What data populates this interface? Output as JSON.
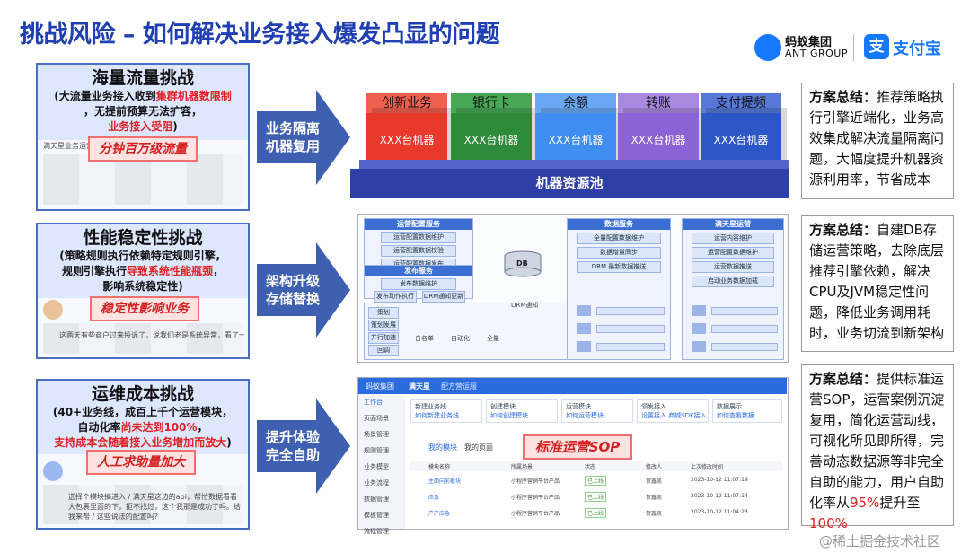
{
  "title": "挑战风险 – 如何解决业务接入爆发凸显的问题",
  "logos": {
    "ant_cn": "蚂蚁集团",
    "ant_en": "ANT GROUP",
    "alipay_mark": "支",
    "alipay": "支付宝"
  },
  "challenges": [
    {
      "title": "海量流量挑战",
      "lines": [
        {
          "pre": "(大流量业务接入收到",
          "red": "集群机器数限制",
          "post": ""
        },
        {
          "pre": "，无提前预算无法扩容，",
          "red": "",
          "post": ""
        },
        {
          "pre": "",
          "red": "业务接入受阻",
          "post": ")"
        }
      ],
      "stamp": "分钟百万级流量",
      "snippet": "满天星业务运营"
    },
    {
      "title": "性能稳定性挑战",
      "lines": [
        {
          "pre": "(策略规则执行依赖特定规则引擎，",
          "red": "",
          "post": ""
        },
        {
          "pre": "规则引擎执行",
          "red": "导致系统性能瓶颈",
          "post": "，"
        },
        {
          "pre": "影响系统稳定性)",
          "red": "",
          "post": ""
        }
      ],
      "stamp": "稳定性影响业务",
      "snippet": "这两天有些商户过来投诉了，说我们老是系统异常，看了一下就是fullgc的时候"
    },
    {
      "title": "运维成本挑战",
      "lines": [
        {
          "pre": "(40+业务线，成百上千个运营模块，",
          "red": "",
          "post": ""
        },
        {
          "pre": "自动化率",
          "red": "尚未达到100%",
          "post": "，"
        },
        {
          "pre": "",
          "red": "支持成本会随着接入业务增加而放大",
          "post": ")"
        }
      ],
      "stamp": "人工求助量加大",
      "snippet": "选择个模块搞进入 / 满天星这边的api，帮忙数据看看大包裹里面的下，拒不找过，这个我那是成功了吗。给我来帮 / 这些说法的配置吗?"
    }
  ],
  "arrows": [
    {
      "lines": [
        "业务隔离",
        "机器复用"
      ]
    },
    {
      "lines": [
        "架构升级",
        "存储替换"
      ]
    },
    {
      "lines": [
        "提升体验",
        "完全自助"
      ]
    }
  ],
  "pool": {
    "label": "机器资源池",
    "blocks": [
      {
        "name": "创新业务",
        "machines": "XXX台机器",
        "color": "#e8392a",
        "top": "#f0604f"
      },
      {
        "name": "银行卡",
        "machines": "XXX台机器",
        "color": "#2e8b3a",
        "top": "#49a856"
      },
      {
        "name": "余额",
        "machines": "XXX台机器",
        "color": "#3f8df0",
        "top": "#6aa8f5"
      },
      {
        "name": "转账",
        "machines": "XXX台机器",
        "color": "#8c62d6",
        "top": "#a889e0"
      },
      {
        "name": "支付提频",
        "machines": "XXX台机器",
        "color": "#2d56c7",
        "top": "#5778d8"
      }
    ]
  },
  "arch": {
    "col1": "运营配置服务",
    "col1_items": [
      "运营配置数据维护",
      "运营配置数据校验",
      "运营配置数据发布"
    ],
    "publish": "发布服务",
    "publish_items": [
      "发布数据维护",
      "发布动作执行",
      "DRM通知更新"
    ],
    "rows": [
      "策划",
      "策划发展",
      "并行加速",
      "回调"
    ],
    "db": "DB",
    "col2": "数据服务",
    "col2_items": [
      "全量配置数据维护",
      "数据增量同步",
      "DRM 最新数据推送"
    ],
    "col3": "满天星运营",
    "col3_items": [
      "运营内容维护",
      "运营配置数据维护",
      "运营数据推送",
      "启动业务数据加载"
    ],
    "notes": [
      "DRM通知",
      "白名单",
      "自动化",
      "全量"
    ]
  },
  "sop": {
    "brand": "蚂蚁集团",
    "app": "满天星",
    "crumb": "配方营运服",
    "side_items": [
      "工作台",
      "页面场景",
      "场景管理",
      "规则管理",
      "业务模型",
      "业务流程",
      "数据管理",
      "模板管理",
      "流程管理"
    ],
    "tabs": [
      {
        "label": "新建业务线",
        "sub": "如何新建业务线"
      },
      {
        "label": "创建模块",
        "sub": "如何创建模块"
      },
      {
        "label": "运营模块",
        "sub": "如何运营模块"
      },
      {
        "label": "领发接入",
        "sub": "设置接入 商城SDK接入"
      },
      {
        "label": "数据展示",
        "sub": "如何查看数据"
      }
    ],
    "list_tabs": [
      "我的模块",
      "我的页面"
    ],
    "headers": [
      "模块名称",
      "所属场景",
      "状态",
      "修改人",
      "上次修改时间"
    ],
    "rows": [
      {
        "name": "主面向前板块",
        "scene": "小程序营销平台产品",
        "status": "已上线",
        "editor": "贺鑫凯",
        "time": "2023-10-12 11:07:19"
      },
      {
        "name": "应急",
        "scene": "小程序营销平台产品",
        "status": "已上线",
        "editor": "贺鑫凯",
        "time": "2023-10-12 11:07:14"
      },
      {
        "name": "产产应急",
        "scene": "小程序营销平台产品",
        "status": "已上线",
        "editor": "贺鑫凯",
        "time": "2023-10-12 11:04:23"
      }
    ],
    "stamp": "标准运营SOP"
  },
  "summaries": [
    {
      "label": "方案总结：",
      "text": "推荐策略执行引擎近端化，业务高效集成解决流量隔离问题，大幅度提升机器资源利用率，节省成本"
    },
    {
      "label": "方案总结：",
      "text": "自建DB存储运营策略，去除底层推荐引擎依赖，解决CPU及JVM稳定性问题，降低业务调用耗时，业务切流到新架构"
    },
    {
      "label": "方案总结：",
      "text": "提供标准运营SOP，运营案例沉淀复用，简化运营动线，可视化所见即所得，完善动态数据源等非完全自助的能力，用户自助化率从",
      "red1": "95%",
      "mid": "提升至",
      "red2": "100%"
    }
  ],
  "watermark": "@稀土掘金技术社区"
}
